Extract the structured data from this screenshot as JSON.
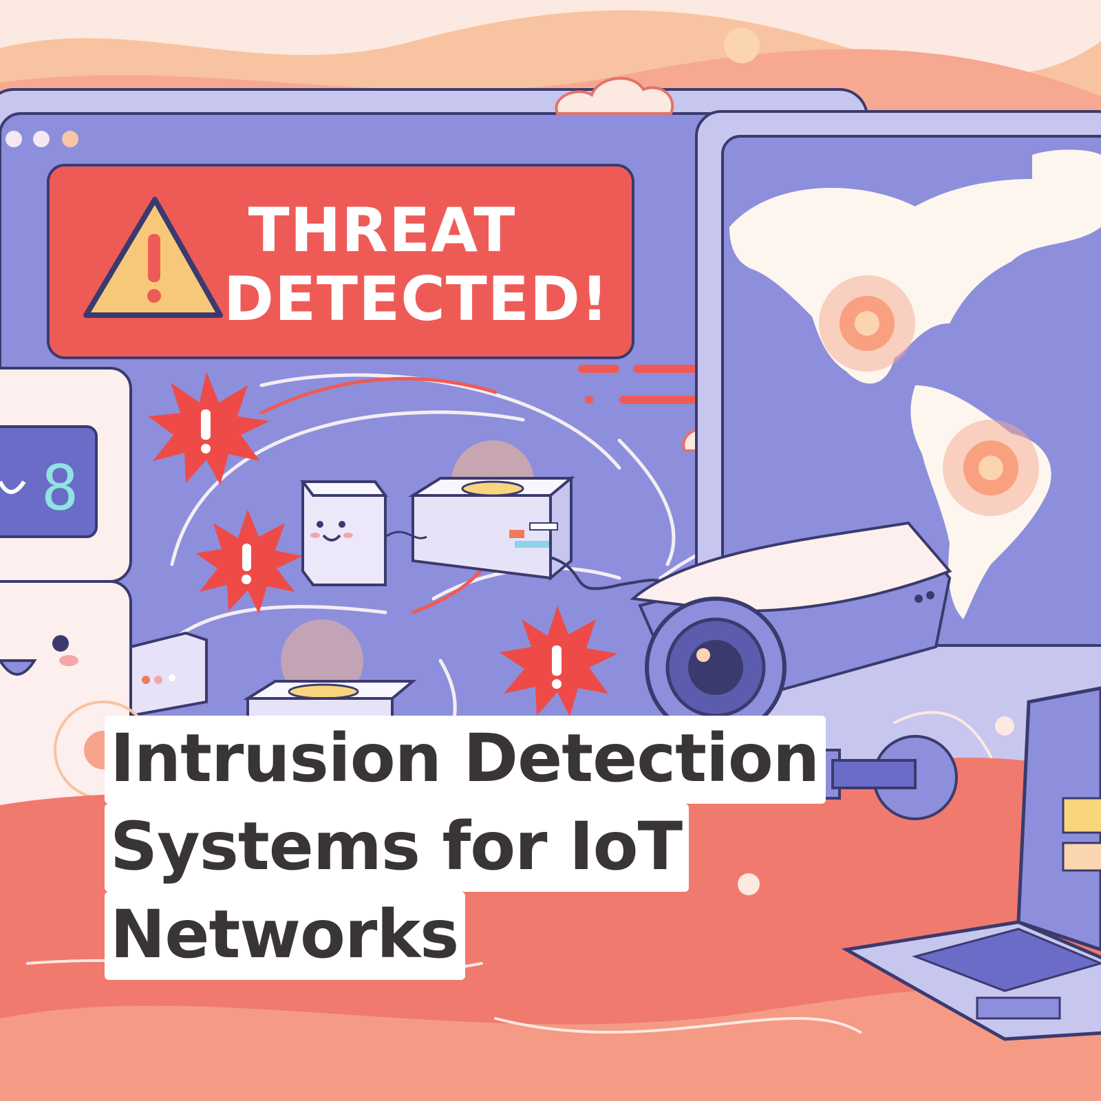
{
  "banner": {
    "line1": "THREAT",
    "line2": "DETECTED!"
  },
  "title": {
    "line1": "Intrusion Detection",
    "line2": "Systems for IoT",
    "line3": "Networks"
  },
  "icons": [
    "warning-triangle-icon",
    "alert-burst-icon",
    "cloud-icon",
    "camera-icon",
    "laptop-icon",
    "world-map-icon",
    "router-icon"
  ],
  "colors": {
    "background_top": "#f8b98f",
    "panel_purple": "#8e8fdc",
    "alert_red": "#ee5b57",
    "floor_coral": "#f07a6d",
    "title_text": "#3a3535"
  }
}
